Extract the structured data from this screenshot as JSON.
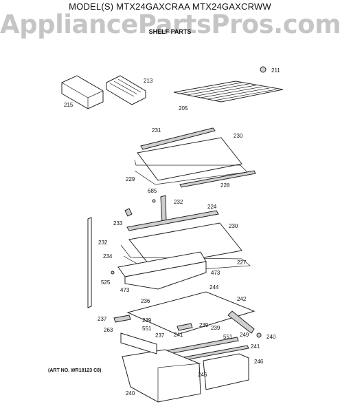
{
  "header": {
    "model_title": "MODEL(S) MTX24GAXCRAA  MTX24GAXCRWW",
    "watermark": "AppliancePartsPros.com",
    "section_title": "SHELF PARTS"
  },
  "footer": {
    "art_no": "(ART NO. WR18123 C8)"
  },
  "callouts": [
    "211",
    "213",
    "215",
    "205",
    "231",
    "230",
    "229",
    "228",
    "685",
    "232",
    "224",
    "233",
    "230",
    "232",
    "234",
    "227",
    "525",
    "473",
    "473",
    "244",
    "236",
    "242",
    "237",
    "239",
    "263",
    "551",
    "239",
    "239",
    "237",
    "241",
    "551",
    "249",
    "240",
    "241",
    "246",
    "246",
    "240"
  ]
}
